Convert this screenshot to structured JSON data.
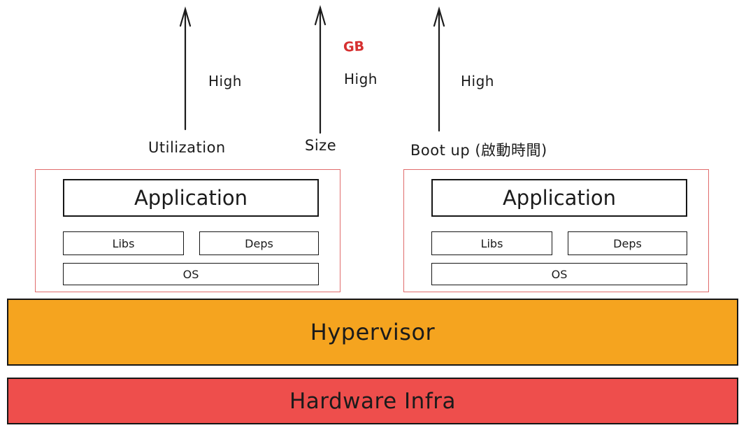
{
  "diagram": {
    "axes": [
      {
        "name": "utilization",
        "high": "High",
        "label": "Utilization"
      },
      {
        "name": "size",
        "unit": "GB",
        "high": "High",
        "label": "Size"
      },
      {
        "name": "bootup",
        "high": "High",
        "label": "Boot up (啟動時間)"
      }
    ],
    "vms": [
      {
        "application": "Application",
        "libs": "Libs",
        "deps": "Deps",
        "os": "OS"
      },
      {
        "application": "Application",
        "libs": "Libs",
        "deps": "Deps",
        "os": "OS"
      }
    ],
    "layers": {
      "hypervisor": {
        "label": "Hypervisor",
        "color": "#f5a41f"
      },
      "hardware": {
        "label": "Hardware Infra",
        "color": "#ee4e4c"
      }
    },
    "colors": {
      "vm_border": "#e06c6c",
      "unit_red": "#d63030",
      "stroke": "#1b1b1b"
    }
  }
}
